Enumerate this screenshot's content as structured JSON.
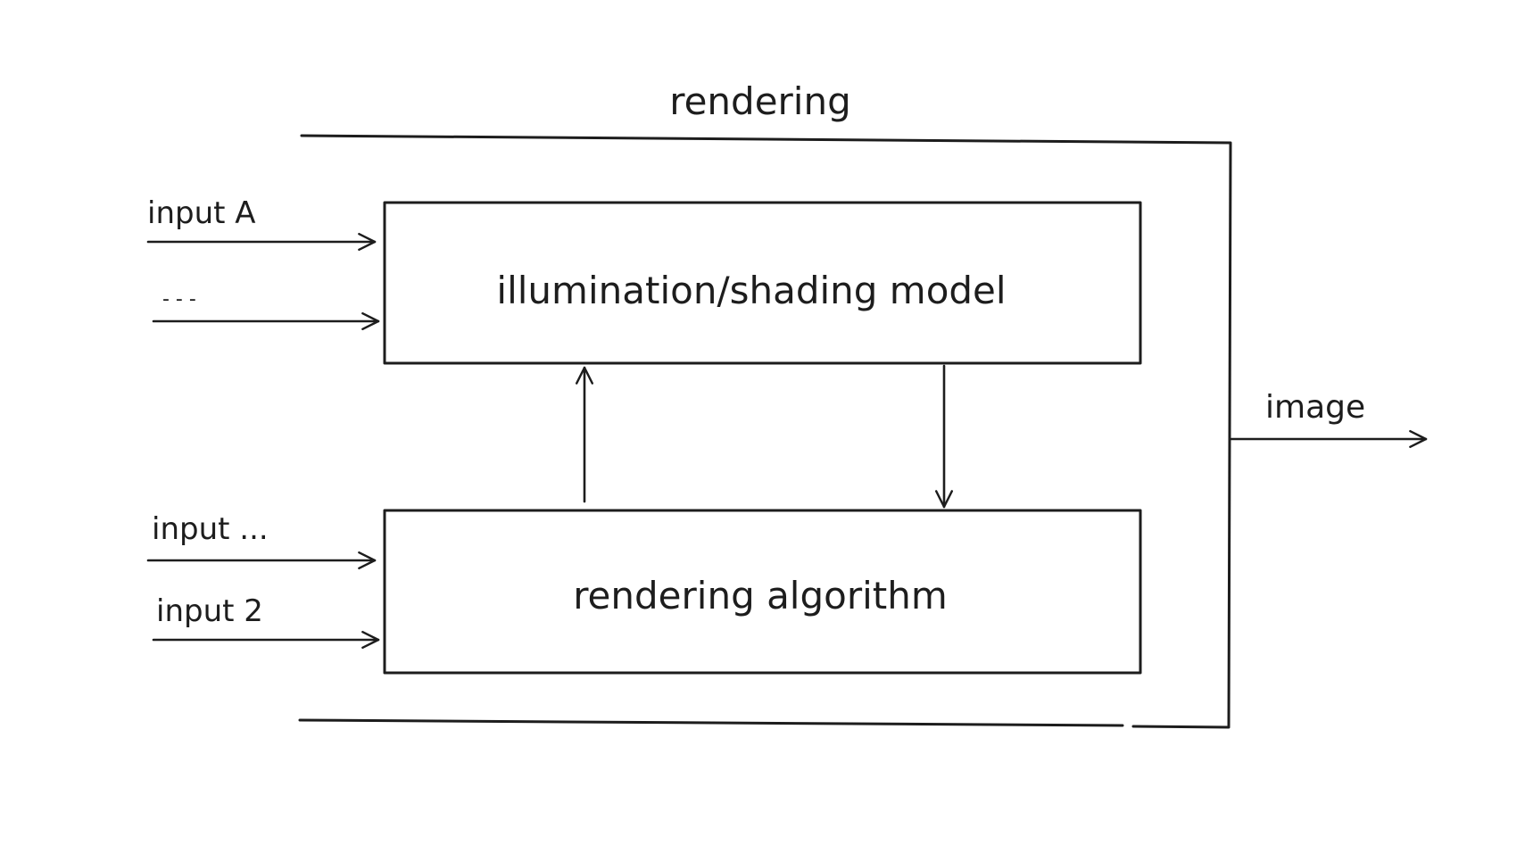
{
  "diagram": {
    "outer_label": "rendering",
    "top_box_label": "illumination/shading model",
    "bottom_box_label": "rendering algorithm",
    "inputs": {
      "a": "input A",
      "ellipsis": "- - -",
      "middle": "input ...",
      "two": "input 2"
    },
    "output_label": "image"
  },
  "colors": {
    "ink": "#1d1d1d",
    "background": "#ffffff"
  }
}
